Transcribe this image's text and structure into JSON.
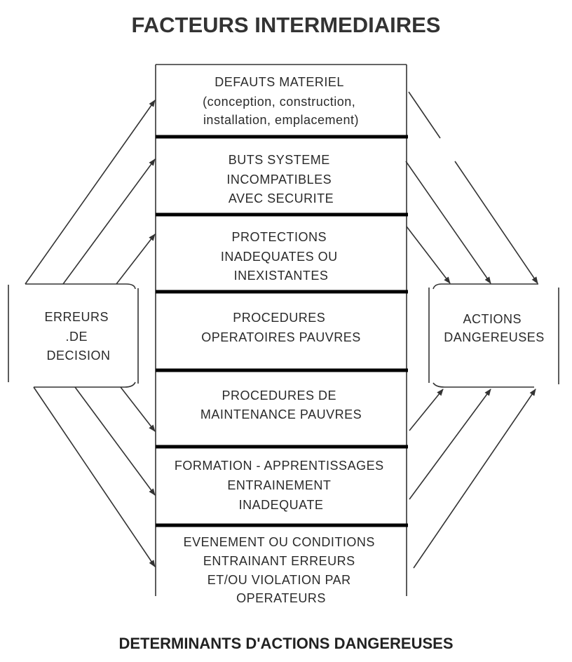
{
  "title": "FACTEURS INTERMEDIAIRES",
  "footer": "DETERMINANTS D'ACTIONS DANGEREUSES",
  "left_node": {
    "lines": [
      "ERREURS",
      ".DE",
      "DECISION"
    ]
  },
  "right_node": {
    "lines": [
      "ACTIONS",
      "DANGEREUSES"
    ]
  },
  "factors": [
    {
      "lines": [
        "DEFAUTS MATERIEL",
        "(conception, construction,",
        "installation, emplacement)"
      ]
    },
    {
      "lines": [
        "BUTS SYSTEME",
        "INCOMPATIBLES",
        "AVEC SECURITE"
      ]
    },
    {
      "lines": [
        "PROTECTIONS",
        "INADEQUATES OU",
        "INEXISTANTES"
      ]
    },
    {
      "lines": [
        "PROCEDURES",
        "OPERATOIRES PAUVRES"
      ]
    },
    {
      "lines": [
        "PROCEDURES DE",
        "MAINTENANCE PAUVRES"
      ]
    },
    {
      "lines": [
        "FORMATION - APPRENTISSAGES",
        "ENTRAINEMENT",
        "INADEQUATE"
      ]
    },
    {
      "lines": [
        "EVENEMENT OU CONDITIONS",
        "ENTRAINANT ERREURS",
        "ET/OU VIOLATION PAR",
        "OPERATEURS"
      ]
    }
  ]
}
